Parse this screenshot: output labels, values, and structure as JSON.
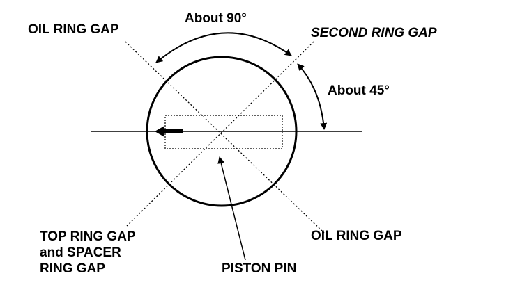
{
  "labels": {
    "angle_90": "About 90°",
    "angle_45": "About 45°",
    "oil_ring_gap_top": "OIL RING GAP",
    "second_ring_gap": "SECOND RING GAP",
    "oil_ring_gap_bottom": "OIL RING GAP",
    "top_ring_gap_line1": "TOP RING GAP",
    "top_ring_gap_line2": "and SPACER",
    "top_ring_gap_line3": "RING GAP",
    "piston_pin": "PISTON PIN"
  },
  "colors": {
    "ink": "#000000",
    "background": "#ffffff"
  }
}
